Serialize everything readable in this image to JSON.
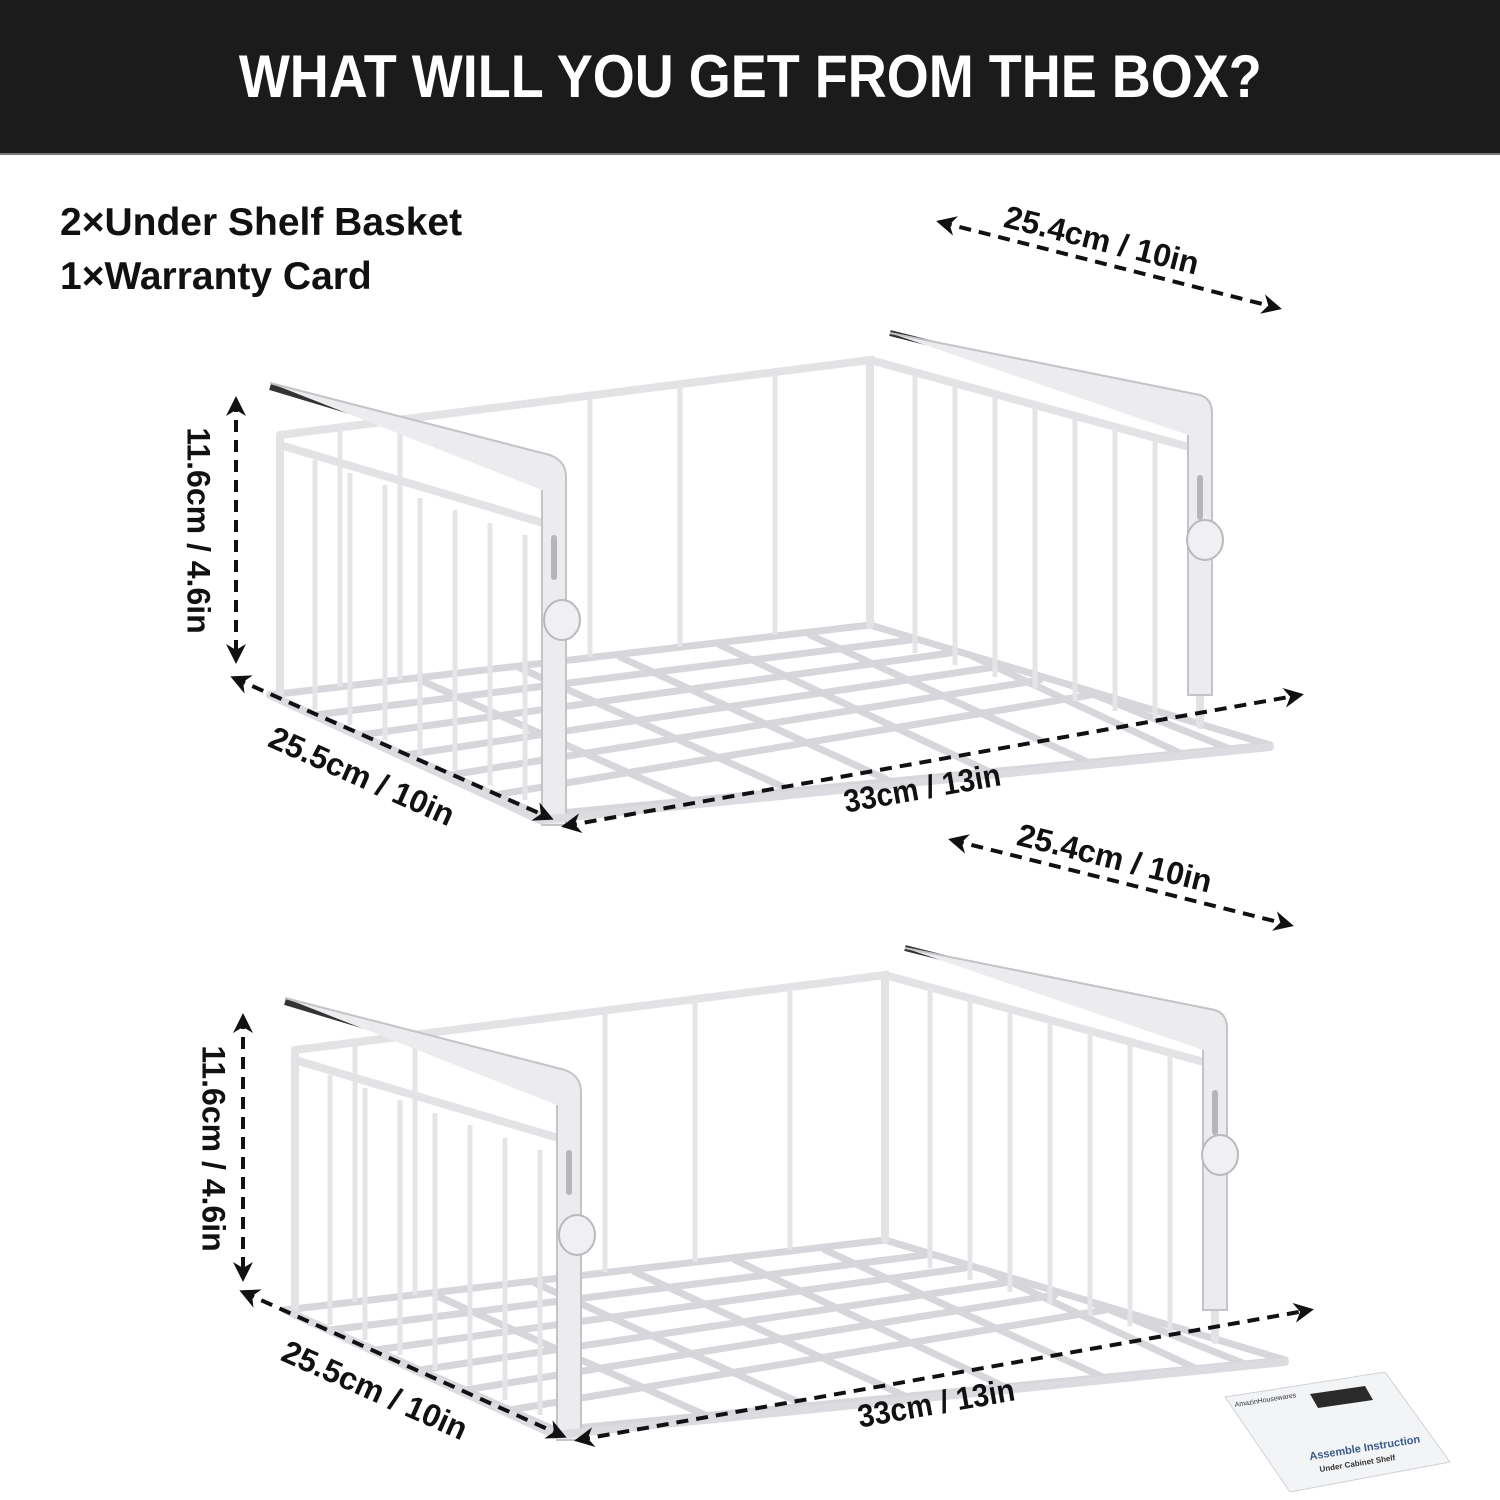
{
  "header": {
    "title": "WHAT WILL YOU GET FROM THE BOX?"
  },
  "contents": {
    "items": [
      {
        "quantity": "2×",
        "name": "Under Shelf Basket",
        "label": "2×Under Shelf Basket"
      },
      {
        "quantity": "1×",
        "name": "Warranty Card",
        "label": "1×Warranty Card"
      }
    ]
  },
  "baskets": [
    {
      "position": "top",
      "dimensions": {
        "hook_length": "25.4cm / 10in",
        "height": "11.6cm / 4.6in",
        "depth": "25.5cm / 10in",
        "width": "33cm / 13in"
      }
    },
    {
      "position": "bottom",
      "dimensions": {
        "hook_length": "25.4cm / 10in",
        "height": "11.6cm / 4.6in",
        "depth": "25.5cm / 10in",
        "width": "33cm / 13in"
      }
    }
  ],
  "warranty_card": {
    "brand": "AmazinHousewares",
    "title": "Assemble Instruction",
    "subtitle": "Under Cabinet Shelf"
  },
  "colors": {
    "header_bg": "#1b1b1b",
    "header_text": "#ffffff",
    "basket_wire": "#e9e9eb",
    "basket_edge": "#b9b9bd",
    "dimension_line": "#111111",
    "card_title": "#3a5a8c"
  }
}
